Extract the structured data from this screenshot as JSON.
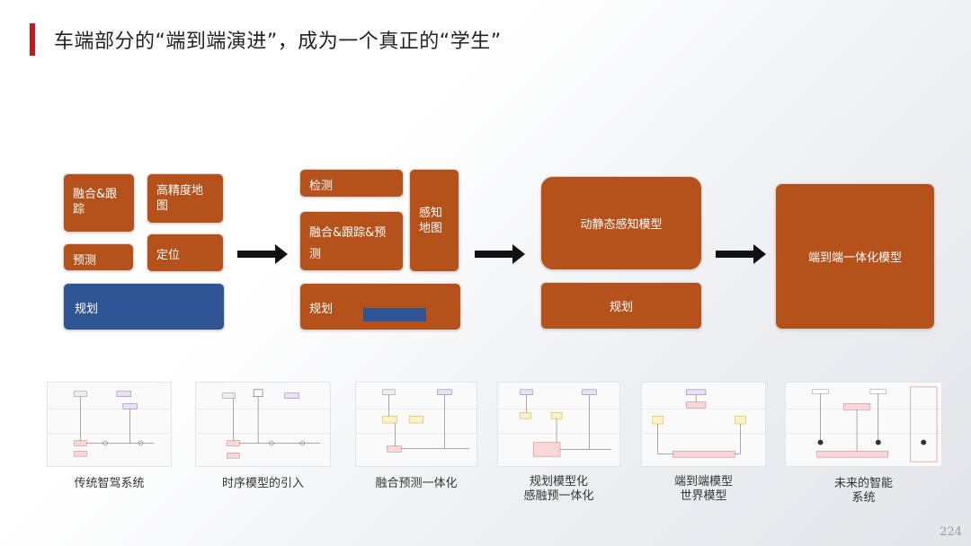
{
  "slide": {
    "title": "车端部分的“端到端演进”，成为一个真正的“学生”",
    "page_number": "224"
  },
  "stage1": {
    "fusion_tracking": "融合&跟踪",
    "hd_map": "高精度地图",
    "prediction": "预测",
    "localization": "定位",
    "planning": "规划"
  },
  "stage2": {
    "detection": "检测",
    "fusion_tracking_prediction": "融合&跟踪&预测",
    "perception_map": "感知地图",
    "planning": "规划"
  },
  "stage3": {
    "dynamic_static_perception": "动静态感知模型",
    "planning": "规划"
  },
  "stage4": {
    "end_to_end_model": "端到端一体化模型"
  },
  "colors": {
    "orange_box": "#b5511b",
    "blue_box": "#2f5596",
    "title_accent": "#c0191f"
  },
  "evolution_steps": [
    {
      "caption_line1": "传统智驾系统",
      "caption_line2": ""
    },
    {
      "caption_line1": "时序模型的引入",
      "caption_line2": ""
    },
    {
      "caption_line1": "融合预测一体化",
      "caption_line2": ""
    },
    {
      "caption_line1": "规划模型化",
      "caption_line2": "感融预一体化"
    },
    {
      "caption_line1": "端到端模型",
      "caption_line2": "世界模型"
    },
    {
      "caption_line1": "未来的智能",
      "caption_line2": "系统"
    }
  ]
}
